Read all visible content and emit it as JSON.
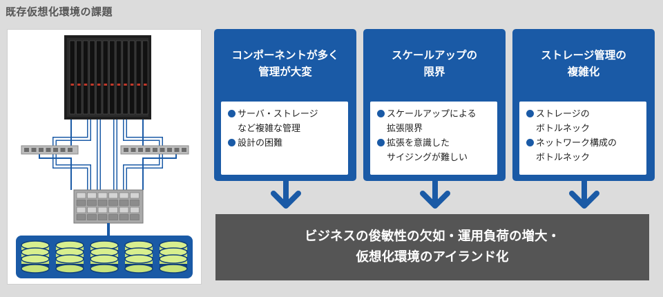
{
  "title": "既存仮想化環境の課題",
  "colors": {
    "accent_blue": "#1a5aa6",
    "result_gray": "#555555",
    "disk_green": "#c8e37a",
    "background": "#dcdcdc"
  },
  "cards": [
    {
      "heading": "コンポーネントが多く\n管理が大変",
      "bullets": [
        "サーバ・ストレージ\nなど複雑な管理",
        "設計の困難"
      ]
    },
    {
      "heading": "スケールアップの\n限界",
      "bullets": [
        "スケールアップによる\n拡張限界",
        "拡張を意識した\nサイジングが難しい"
      ]
    },
    {
      "heading": "ストレージ管理の\n複雑化",
      "bullets": [
        "ストレージの\nボトルネック",
        "ネットワーク構成の\nボトルネック"
      ]
    }
  ],
  "result": "ビジネスの俊敏性の欠如・運用負荷の増大・\n仮想化環境のアイランド化",
  "illustration": {
    "blade_server": "blade-server-icon",
    "switches": "network-switch-icon",
    "storage_array": "storage-array-icon",
    "disks": "disk-stack-icon",
    "disk_count": 5
  }
}
